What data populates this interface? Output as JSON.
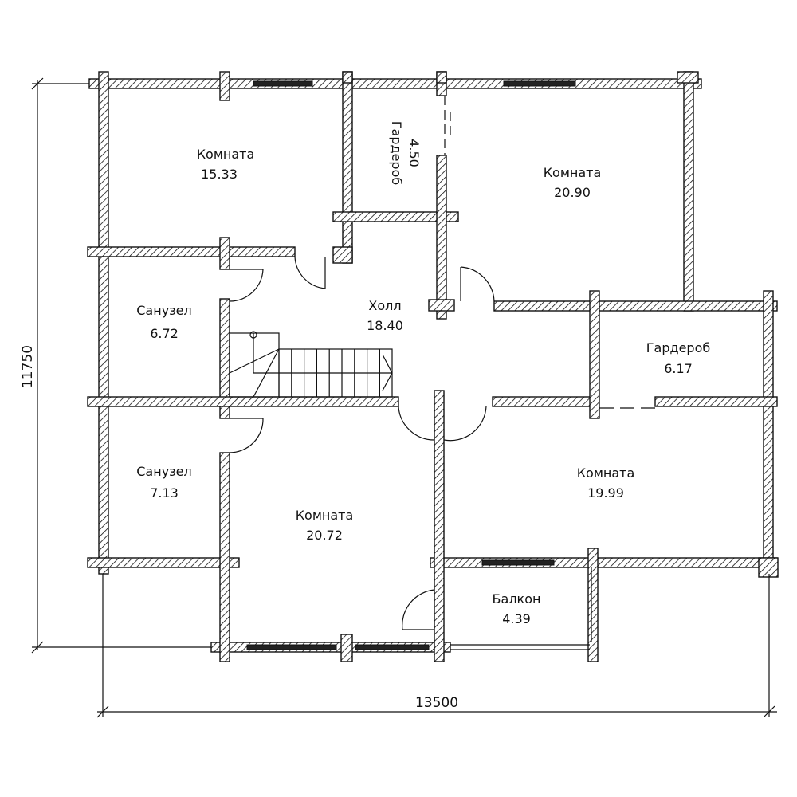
{
  "title": "Floor plan",
  "rooms": [
    {
      "name": "Комната",
      "area": "15.33"
    },
    {
      "name": "Гардероб",
      "area": "4.50"
    },
    {
      "name": "Комната",
      "area": "20.90"
    },
    {
      "name": "Санузел",
      "area": "6.72"
    },
    {
      "name": "Холл",
      "area": "18.40"
    },
    {
      "name": "Гардероб",
      "area": "6.17"
    },
    {
      "name": "Санузел",
      "area": "7.13"
    },
    {
      "name": "Комната",
      "area": "20.72"
    },
    {
      "name": "Комната",
      "area": "19.99"
    },
    {
      "name": "Балкон",
      "area": "4.39"
    }
  ],
  "dimensions": {
    "height": "11750",
    "width": "13500"
  },
  "colors": {
    "line": "#111111",
    "background": "#ffffff"
  }
}
